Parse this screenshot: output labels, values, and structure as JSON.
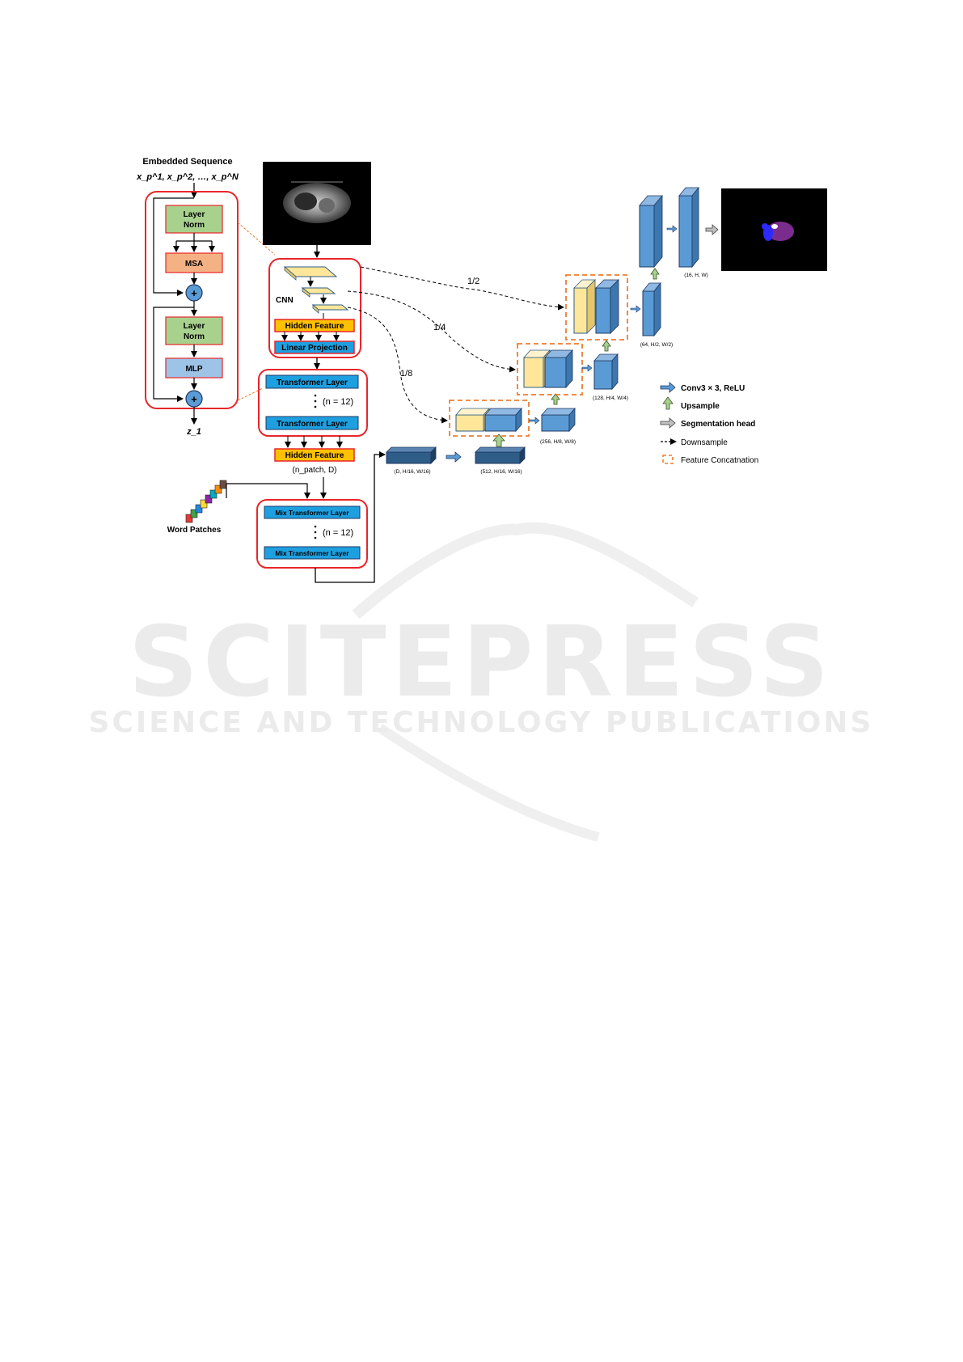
{
  "transformer_block": {
    "input_title": "Embedded Sequence",
    "input_sequence": "x_p^1, x_p^2, …, x_p^N",
    "layer_norm_1": [
      "Layer",
      "Norm"
    ],
    "msa": "MSA",
    "layer_norm_2": [
      "Layer",
      "Norm"
    ],
    "mlp": "MLP",
    "plus_symbol": "+",
    "output_label": "z_1"
  },
  "encoder": {
    "cnn_label": "CNN",
    "hidden_feature": "Hidden Feature",
    "linear_projection": "Linear Projection",
    "transformer_layer_top": "Transformer Layer",
    "transformer_layer_bottom": "Transformer Layer",
    "layer_count": "(n = 12)",
    "hidden_feature_out": "Hidden Feature",
    "hidden_feature_shape": "(n_patch, D)"
  },
  "text_branch": {
    "word_patches": "Word Patches",
    "mix_layer_top": "Mix Transformer Layer",
    "mix_layer_bottom": "Mix Transformer Layer",
    "layer_count": "(n = 12)",
    "patch_colors": [
      "#e53935",
      "#43a047",
      "#1e88e5",
      "#fdd835",
      "#8e24aa",
      "#00acc1",
      "#fb8c00",
      "#6d4c41"
    ]
  },
  "decoder": {
    "skip_half": "1/2",
    "skip_quarter": "1/4",
    "skip_eighth": "1/8",
    "shape_d": "(D, H/16, W/16)",
    "shape_512": "(512, H/16, W/16)",
    "shape_256": "(256, H/8, W/8)",
    "shape_128": "(128, H/4, W/4)",
    "shape_64": "(64, H/2, W/2)",
    "shape_16": "(16, H, W)"
  },
  "legend": {
    "conv": "Conv3 × 3, ReLU",
    "upsample": "Upsample",
    "seg_head": "Segmentation head",
    "downsample": "Downsample",
    "concat": "Feature Concatnation"
  },
  "watermark": {
    "brand": "SCITEPRESS",
    "tagline": "SCIENCE AND TECHNOLOGY PUBLICATIONS"
  },
  "colors": {
    "green_box": "#a9d18e",
    "orange_box": "#f4b183",
    "mlp_box": "#9dc3e6",
    "cyan_box": "#1ea0e0",
    "hidden_feature": "#ffc000",
    "red_outline": "#e8262a",
    "feature_yellow": "#ffe699",
    "feature_blue": "#5b9bd5",
    "dark_blue": "#2e5d87",
    "concat_orange": "#ed7d31"
  }
}
